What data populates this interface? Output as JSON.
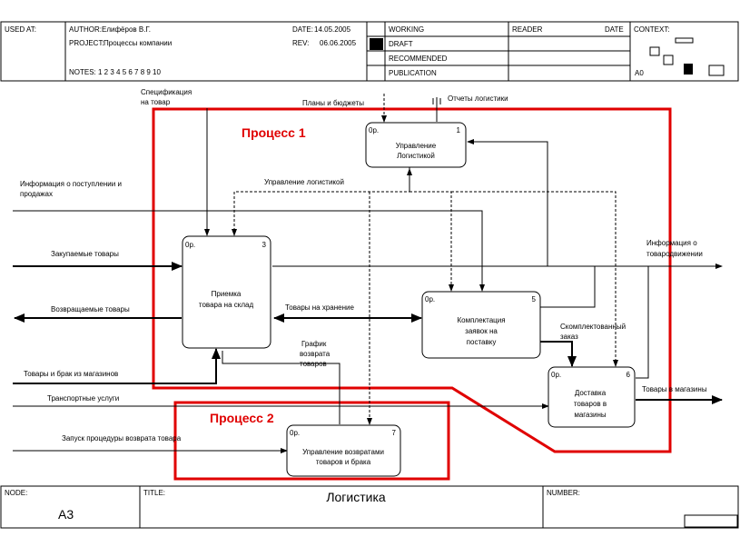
{
  "header": {
    "used_at": "USED AT:",
    "author_label": "AUTHOR:",
    "author": "Елифёров В.Г.",
    "project_label": "PROJECT:",
    "project": "Процессы компании",
    "date_label": "DATE:",
    "date": "14.05.2005",
    "rev_label": "REV:",
    "rev": "06.06.2005",
    "notes": "NOTES:  1  2  3  4  5  6  7  8  9  10",
    "status": [
      "WORKING",
      "DRAFT",
      "RECOMMENDED",
      "PUBLICATION"
    ],
    "reader": "READER",
    "date_col": "DATE",
    "context": "CONTEXT:",
    "context_node": "A0"
  },
  "footer": {
    "node_label": "NODE:",
    "node": "A3",
    "title_label": "TITLE:",
    "title": "Логистика",
    "number_label": "NUMBER:"
  },
  "groups": {
    "g1": "Процесс 1",
    "g2": "Процесс 2"
  },
  "boxes": {
    "b1": {
      "num": "1",
      "op": "0р.",
      "l1": "Управление",
      "l2": "Логистикой",
      "l3": ""
    },
    "b3": {
      "num": "3",
      "op": "0р.",
      "l1": "Приемка",
      "l2": "товара на склад",
      "l3": ""
    },
    "b5": {
      "num": "5",
      "op": "0р.",
      "l1": "Комплектация",
      "l2": "заявок на",
      "l3": "поставку"
    },
    "b6": {
      "num": "6",
      "op": "0р.",
      "l1": "Доставка",
      "l2": "товаров в",
      "l3": "магазины"
    },
    "b7": {
      "num": "7",
      "op": "0р.",
      "l1": "Управление возвратами",
      "l2": "товаров и брака",
      "l3": ""
    }
  },
  "arrows": {
    "spec1": "Спецификация",
    "spec2": "на товар",
    "plans": "Планы и бюджеты",
    "reports": "Отчеты логистики",
    "info_in1": "Информация о поступлении и",
    "info_in2": "продажах",
    "mgmt": "Управление логистикой",
    "purchased": "Закупаемые товары",
    "returned": "Возвращаемые товары",
    "defects": "Товары и брак из магазинов",
    "transport": "Транспортные услуги",
    "launch": "Запуск процедуры возврата товара",
    "storage": "Товары на хранение",
    "schedule1": "График",
    "schedule2": "возврата",
    "schedule3": "товаров",
    "complete1": "Скомплектованный",
    "complete2": "заказ",
    "info_out1": "Информация о",
    "info_out2": "товародвижении",
    "to_shops": "Товары в магазины"
  }
}
